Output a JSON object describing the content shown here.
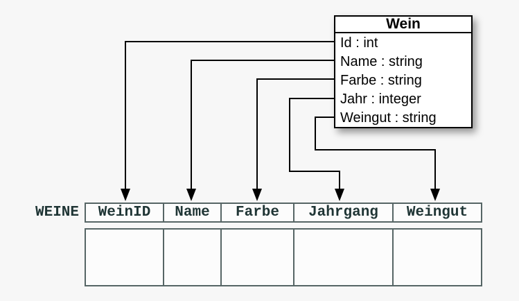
{
  "class_box": {
    "title": "Wein",
    "attributes": [
      "Id : int",
      "Name : string",
      "Farbe : string",
      "Jahr : integer",
      "Weingut : string"
    ]
  },
  "table": {
    "name": "WEINE",
    "columns": [
      "WeinID",
      "Name",
      "Farbe",
      "Jahrgang",
      "Weingut"
    ]
  },
  "mappings": [
    {
      "from": "Id",
      "to": "WeinID"
    },
    {
      "from": "Name",
      "to": "Name"
    },
    {
      "from": "Farbe",
      "to": "Farbe"
    },
    {
      "from": "Jahr",
      "to": "Jahrgang"
    },
    {
      "from": "Weingut",
      "to": "Weingut"
    }
  ],
  "colors": {
    "background": "#f7f7f7",
    "class_box_border": "#000000",
    "class_box_fill": "#ffffff",
    "table_border": "#566565",
    "table_text": "#1f3535",
    "arrow": "#000000"
  }
}
